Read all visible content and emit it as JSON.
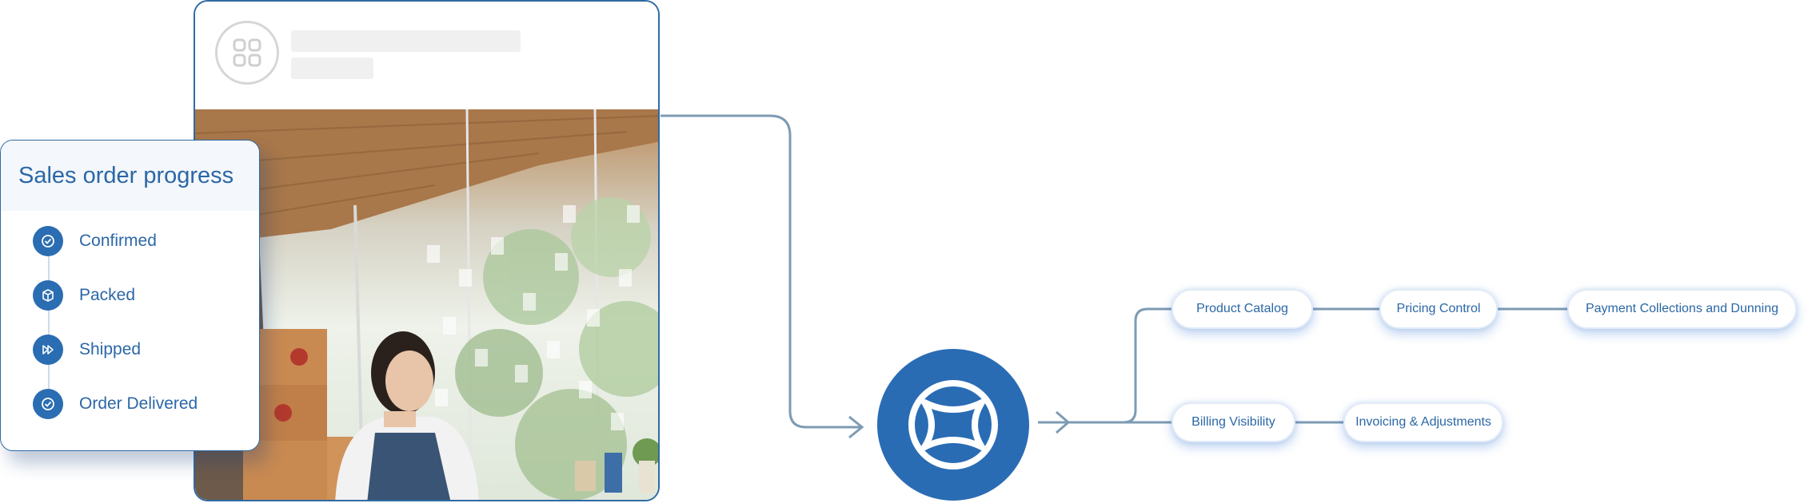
{
  "progress": {
    "title": "Sales order progress",
    "steps": [
      {
        "label": "Confirmed",
        "icon": "check-circle-icon"
      },
      {
        "label": "Packed",
        "icon": "box-icon"
      },
      {
        "label": "Shipped",
        "icon": "fast-forward-icon"
      },
      {
        "label": "Order Delivered",
        "icon": "check-circle-icon"
      }
    ]
  },
  "hub": {
    "icon": "zoho-billing-logo-icon"
  },
  "pills": {
    "product_catalog": "Product Catalog",
    "pricing_control": "Pricing Control",
    "payment_collections": "Payment Collections and Dunning",
    "billing_visibility": "Billing Visibility",
    "invoicing": "Invoicing & Adjustments"
  },
  "colors": {
    "brand": "#2a6cb4",
    "connector": "#7e9bb3",
    "card_border": "#2f6aa3"
  }
}
